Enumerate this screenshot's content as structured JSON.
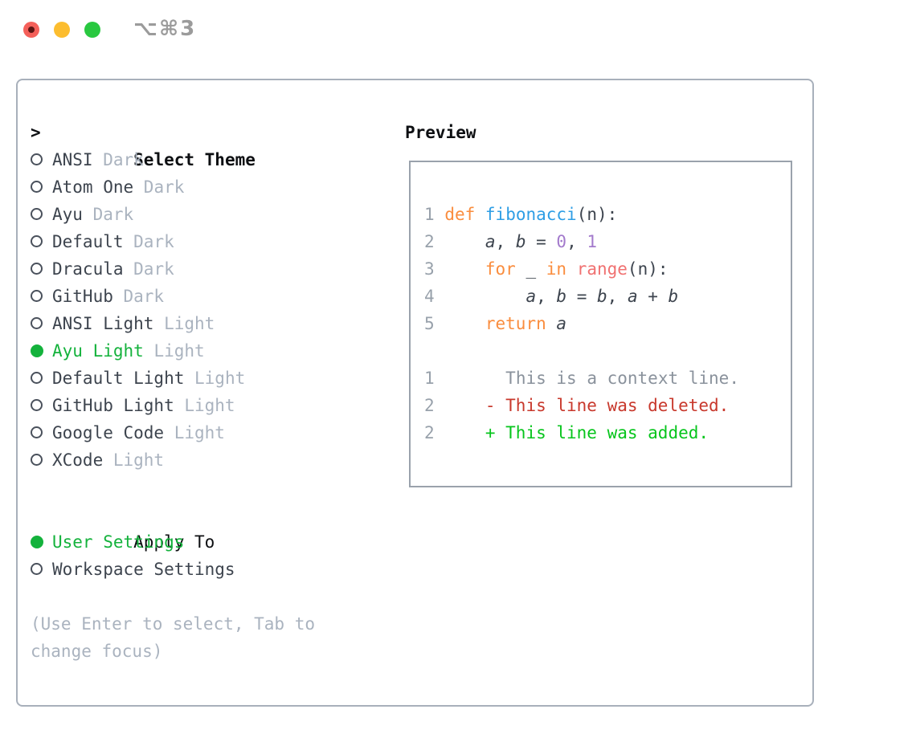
{
  "colors": {
    "text": "#3d444e",
    "muted": "#aab3bf",
    "green": "#14b23c",
    "kw": "#fa8d3e",
    "fn": "#2e9ee5",
    "coral": "#f07171",
    "num": "#a37acc",
    "lnum": "#98a1ab",
    "ctx": "#8a929c",
    "del": "#c8382c",
    "add": "#06c51c",
    "panel-border": "#a8b0bb",
    "preview-border": "#9aa2ac",
    "light-red": "#f4605a",
    "light-yellow": "#fcbd2f",
    "light-green": "#29c840",
    "shortcut": "#9b9b9b"
  },
  "titlebar": {
    "shortcut": "⌥⌘3",
    "traffic_lights": [
      "close",
      "minimize",
      "zoom"
    ]
  },
  "theme_list": {
    "prompt": ">",
    "title": "Select Theme",
    "items": [
      {
        "name": "ANSI",
        "variant": "Dark",
        "selected": false
      },
      {
        "name": "Atom One",
        "variant": "Dark",
        "selected": false
      },
      {
        "name": "Ayu",
        "variant": "Dark",
        "selected": false
      },
      {
        "name": "Default",
        "variant": "Dark",
        "selected": false
      },
      {
        "name": "Dracula",
        "variant": "Dark",
        "selected": false
      },
      {
        "name": "GitHub",
        "variant": "Dark",
        "selected": false
      },
      {
        "name": "ANSI Light",
        "variant": "Light",
        "selected": false
      },
      {
        "name": "Ayu Light",
        "variant": "Light",
        "selected": true
      },
      {
        "name": "Default Light",
        "variant": "Light",
        "selected": false
      },
      {
        "name": "GitHub Light",
        "variant": "Light",
        "selected": false
      },
      {
        "name": "Google Code",
        "variant": "Light",
        "selected": false
      },
      {
        "name": "XCode",
        "variant": "Light",
        "selected": false
      }
    ]
  },
  "apply_to": {
    "title": "Apply To",
    "options": [
      {
        "label": "User Settings",
        "selected": true
      },
      {
        "label": "Workspace Settings",
        "selected": false
      }
    ]
  },
  "help_text": "(Use Enter to select, Tab to change focus)",
  "preview": {
    "title": "Preview",
    "lines": [
      {
        "tokens": [
          [
            "1",
            "lnum"
          ],
          [
            " ",
            "plain"
          ],
          [
            "def",
            "kw"
          ],
          [
            " ",
            "plain"
          ],
          [
            "fibonacci",
            "fn"
          ],
          [
            "(n):",
            "plain"
          ]
        ]
      },
      {
        "tokens": [
          [
            "2",
            "lnum"
          ],
          [
            "     ",
            "plain"
          ],
          [
            "a",
            "var"
          ],
          [
            ", ",
            "plain"
          ],
          [
            "b",
            "var"
          ],
          [
            " = ",
            "plain"
          ],
          [
            "0",
            "num"
          ],
          [
            ", ",
            "plain"
          ],
          [
            "1",
            "num"
          ]
        ]
      },
      {
        "tokens": [
          [
            "3",
            "lnum"
          ],
          [
            "     ",
            "plain"
          ],
          [
            "for",
            "kw"
          ],
          [
            " _ ",
            "plain"
          ],
          [
            "in",
            "kw"
          ],
          [
            " ",
            "plain"
          ],
          [
            "range",
            "coral"
          ],
          [
            "(n):",
            "plain"
          ]
        ]
      },
      {
        "tokens": [
          [
            "4",
            "lnum"
          ],
          [
            "         ",
            "plain"
          ],
          [
            "a",
            "var"
          ],
          [
            ", ",
            "plain"
          ],
          [
            "b",
            "var"
          ],
          [
            " = ",
            "plain"
          ],
          [
            "b",
            "var"
          ],
          [
            ", ",
            "plain"
          ],
          [
            "a",
            "var"
          ],
          [
            " + ",
            "plain"
          ],
          [
            "b",
            "var"
          ]
        ]
      },
      {
        "tokens": [
          [
            "5",
            "lnum"
          ],
          [
            "     ",
            "plain"
          ],
          [
            "return",
            "kw"
          ],
          [
            " ",
            "plain"
          ],
          [
            "a",
            "var"
          ]
        ]
      },
      {
        "tokens": []
      },
      {
        "tokens": [
          [
            "1",
            "lnum"
          ],
          [
            "       ",
            "plain"
          ],
          [
            "This is a context line.",
            "ctx"
          ]
        ]
      },
      {
        "tokens": [
          [
            "2",
            "lnum"
          ],
          [
            "     ",
            "plain"
          ],
          [
            "- This line was deleted.",
            "del"
          ]
        ]
      },
      {
        "tokens": [
          [
            "2",
            "lnum"
          ],
          [
            "     ",
            "plain"
          ],
          [
            "+ This line was added.",
            "add"
          ]
        ]
      }
    ]
  }
}
